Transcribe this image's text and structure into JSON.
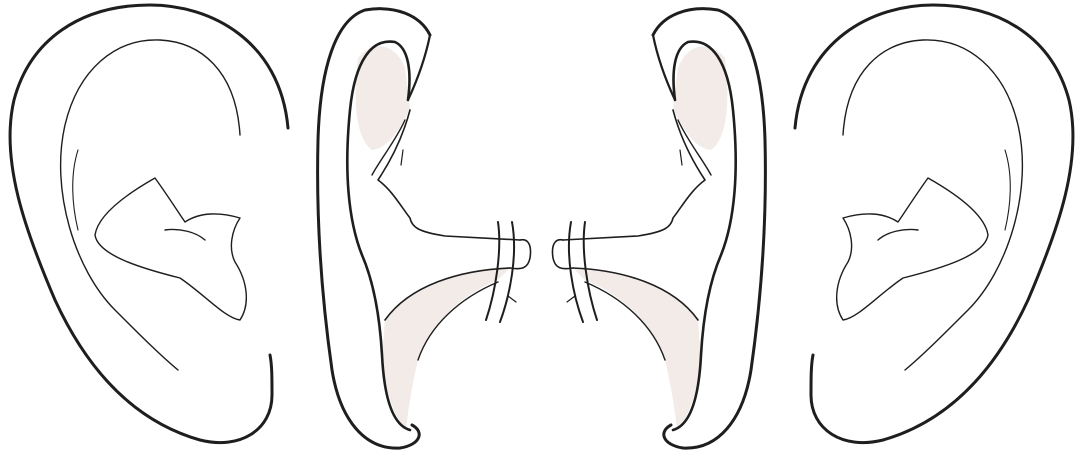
{
  "figure": {
    "panels": [
      {
        "view": "ear",
        "side": "left"
      },
      {
        "view": "helix-cross-section",
        "side": "left"
      },
      {
        "view": "helix-cross-section",
        "side": "right"
      },
      {
        "view": "ear",
        "side": "right"
      }
    ]
  },
  "colors": {
    "background": "#ffffff",
    "stroke": "#1e1e1e",
    "shading": "#f2ebe8"
  }
}
